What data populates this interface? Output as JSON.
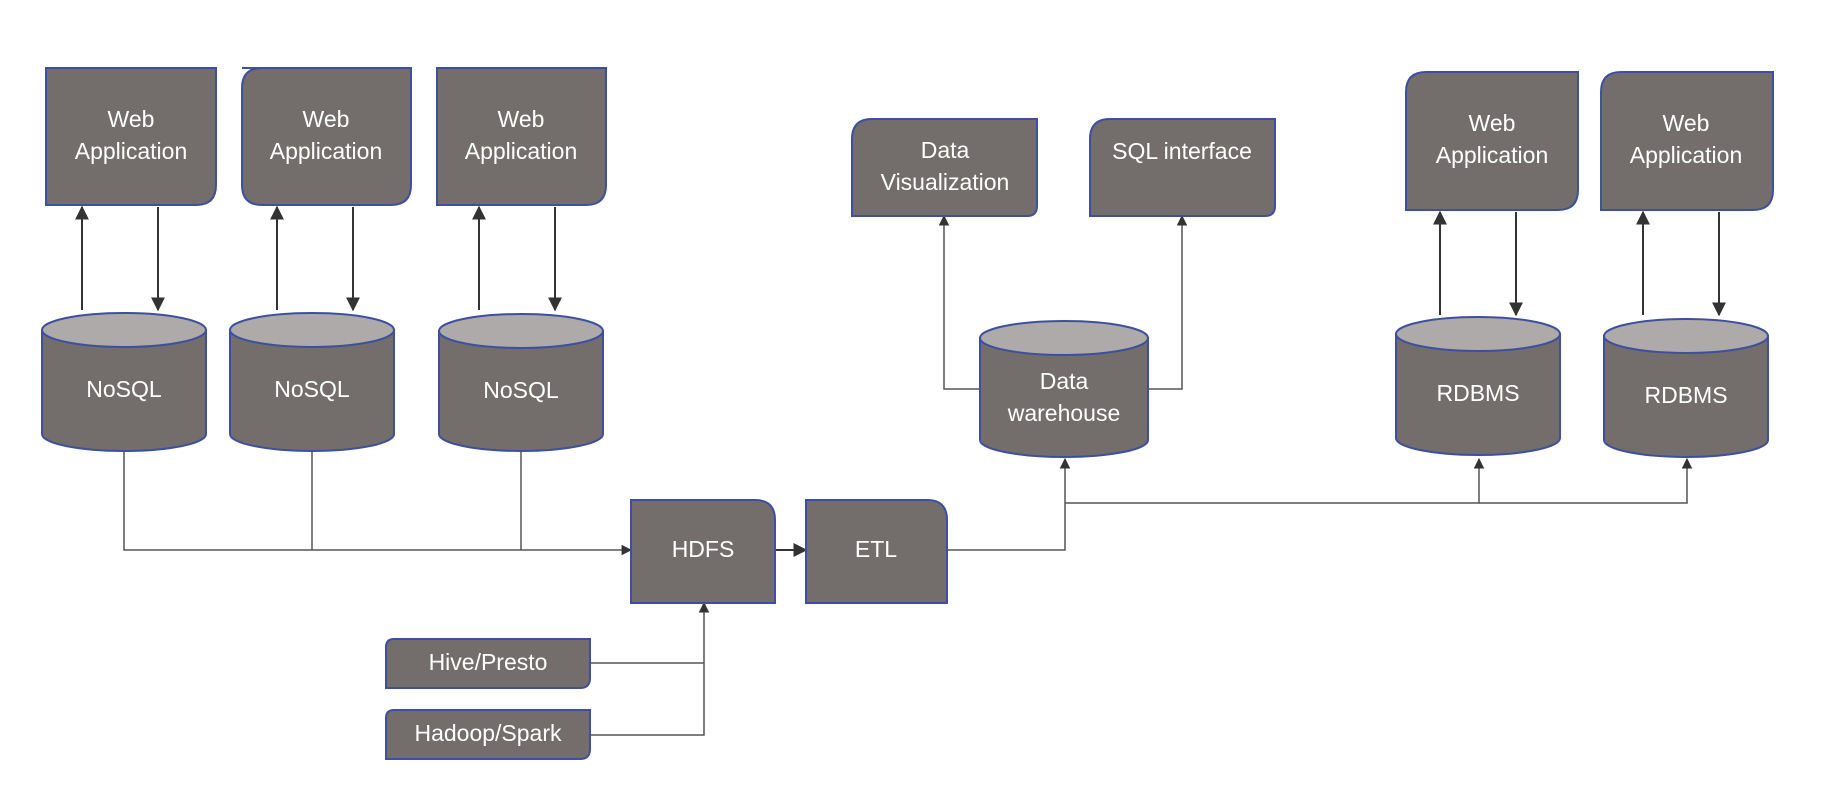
{
  "nodes": {
    "web_app_1": "Web Application",
    "web_app_2": "Web Application",
    "web_app_3": "Web Application",
    "web_app_4": "Web Application",
    "web_app_5": "Web Application",
    "nosql_1": "NoSQL",
    "nosql_2": "NoSQL",
    "nosql_3": "NoSQL",
    "rdbms_1": "RDBMS",
    "rdbms_2": "RDBMS",
    "hdfs": "HDFS",
    "etl": "ETL",
    "data_warehouse": "Data warehouse",
    "data_visualization": "Data Visualization",
    "sql_interface": "SQL interface",
    "hive_presto": "Hive/Presto",
    "hadoop_spark": "Hadoop/Spark"
  },
  "colors": {
    "node_fill": "#736e6c",
    "node_border": "#3e4f9e",
    "cylinder_top": "#adaaa9",
    "edge": "#555555",
    "text": "#ffffff"
  }
}
